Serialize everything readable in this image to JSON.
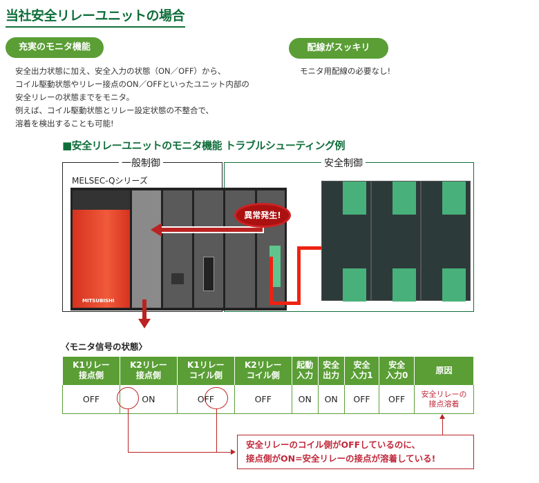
{
  "title": "当社安全リレーユニットの場合",
  "features": [
    {
      "label": "充実のモニタ機能",
      "description": [
        "安全出力状態に加え、安全入力の状態（ON／OFF）から、",
        "コイル駆動状態やリレー接点のON／OFFといったユニット内部の",
        "安全リレーの状態までをモニタ。",
        "例えば、コイル駆動状態とリレー設定状態の不整合で、",
        "溶着を検出することも可能!"
      ]
    },
    {
      "label": "配線がスッキリ",
      "description": [
        "モニタ用配線の必要なし!"
      ]
    }
  ],
  "diagram": {
    "title": "■安全リレーユニットのモニタ機能 トラブルシューティング例",
    "general_control": "一般制御",
    "safety_control": "安全制御",
    "plc_series": "MELSEC-Qシリーズ",
    "brand": "MITSUBISHI",
    "alert": "異常発生!",
    "colors": {
      "green": "#5a9e35",
      "dark_green": "#0f6e3a",
      "red": "#b22222"
    }
  },
  "monitor": {
    "title": "〈モニタ信号の状態〉",
    "headers": [
      [
        "K1リレー",
        "接点側"
      ],
      [
        "K2リレー",
        "接点側"
      ],
      [
        "K1リレー",
        "コイル側"
      ],
      [
        "K2リレー",
        "コイル側"
      ],
      [
        "起動",
        "入力"
      ],
      [
        "安全",
        "出力"
      ],
      [
        "安全",
        "入力1"
      ],
      [
        "安全",
        "入力0"
      ],
      [
        "原因",
        ""
      ]
    ],
    "values": [
      "OFF",
      "ON",
      "OFF",
      "OFF",
      "ON",
      "ON",
      "OFF",
      "OFF"
    ],
    "cause": [
      "安全リレーの",
      "接点溶着"
    ],
    "callout": [
      "安全リレーのコイル側がOFFしているのに、",
      "接点側がON=安全リレーの接点が溶着している!"
    ]
  }
}
